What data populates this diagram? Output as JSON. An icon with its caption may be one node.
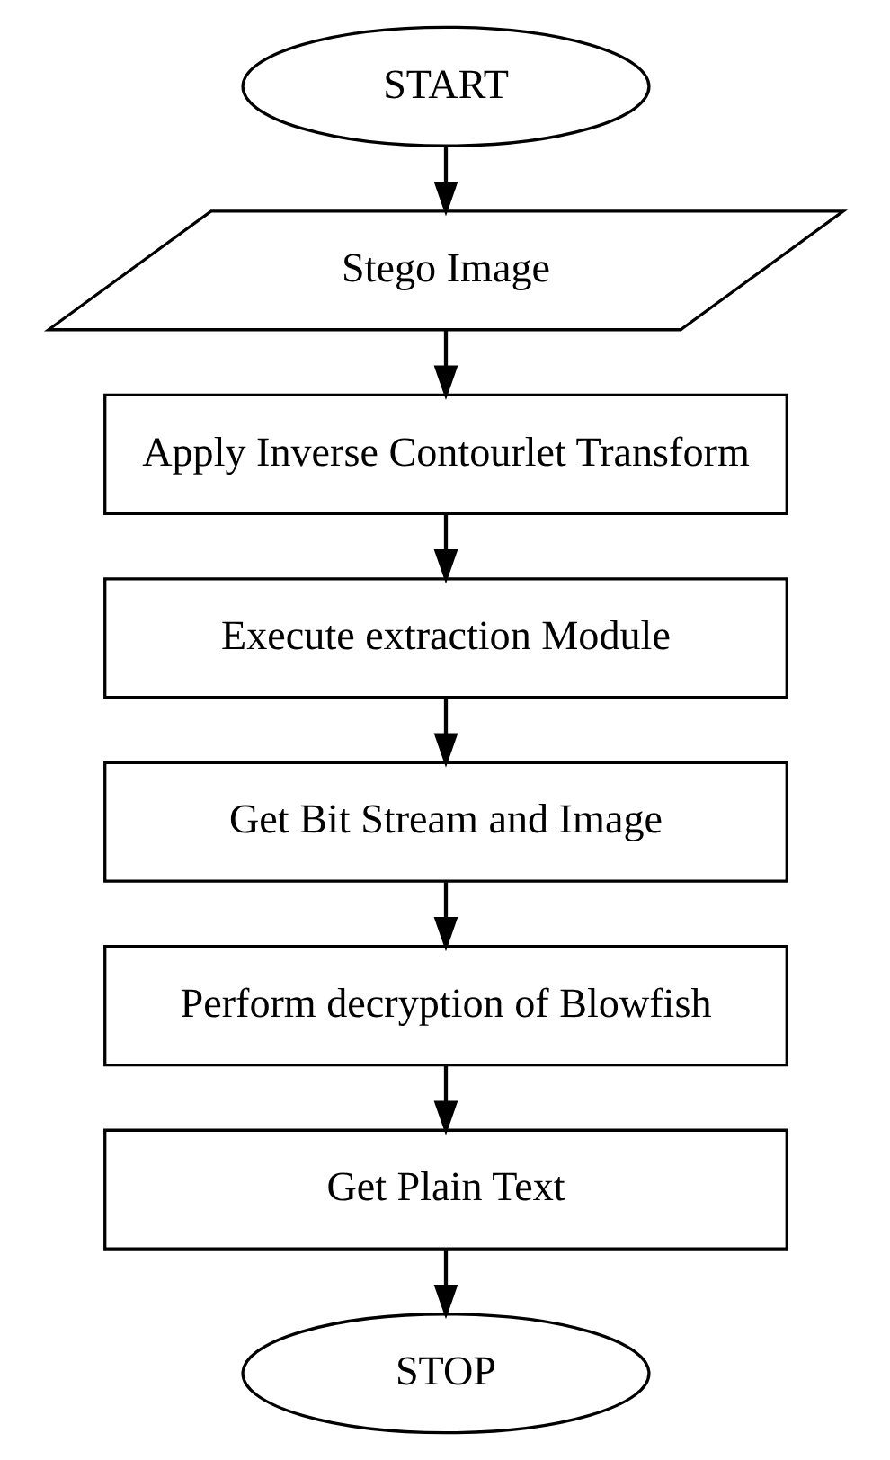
{
  "diagram": {
    "nodes": [
      {
        "text": [
          "START"
        ]
      },
      {
        "text": [
          "Stego Image"
        ]
      },
      {
        "text": [
          "Apply Inverse Contourlet Transform"
        ]
      },
      {
        "text": [
          "Execute extraction Module"
        ]
      },
      {
        "text": [
          "Get Bit Stream and Image"
        ]
      },
      {
        "text": [
          "Perform decryption of Blowfish"
        ]
      },
      {
        "text": [
          "Get Plain Text"
        ]
      },
      {
        "text": [
          "STOP"
        ]
      }
    ],
    "edges": [
      {
        "from": 0,
        "to": 1,
        "arrow": "to"
      },
      {
        "from": 1,
        "to": 2,
        "arrow": "to"
      },
      {
        "from": 2,
        "to": 3,
        "arrow": "to"
      },
      {
        "from": 3,
        "to": 4,
        "arrow": "to"
      },
      {
        "from": 4,
        "to": 5,
        "arrow": "to"
      },
      {
        "from": 5,
        "to": 6,
        "arrow": "to"
      },
      {
        "from": 6,
        "to": 7,
        "arrow": "to"
      }
    ]
  }
}
